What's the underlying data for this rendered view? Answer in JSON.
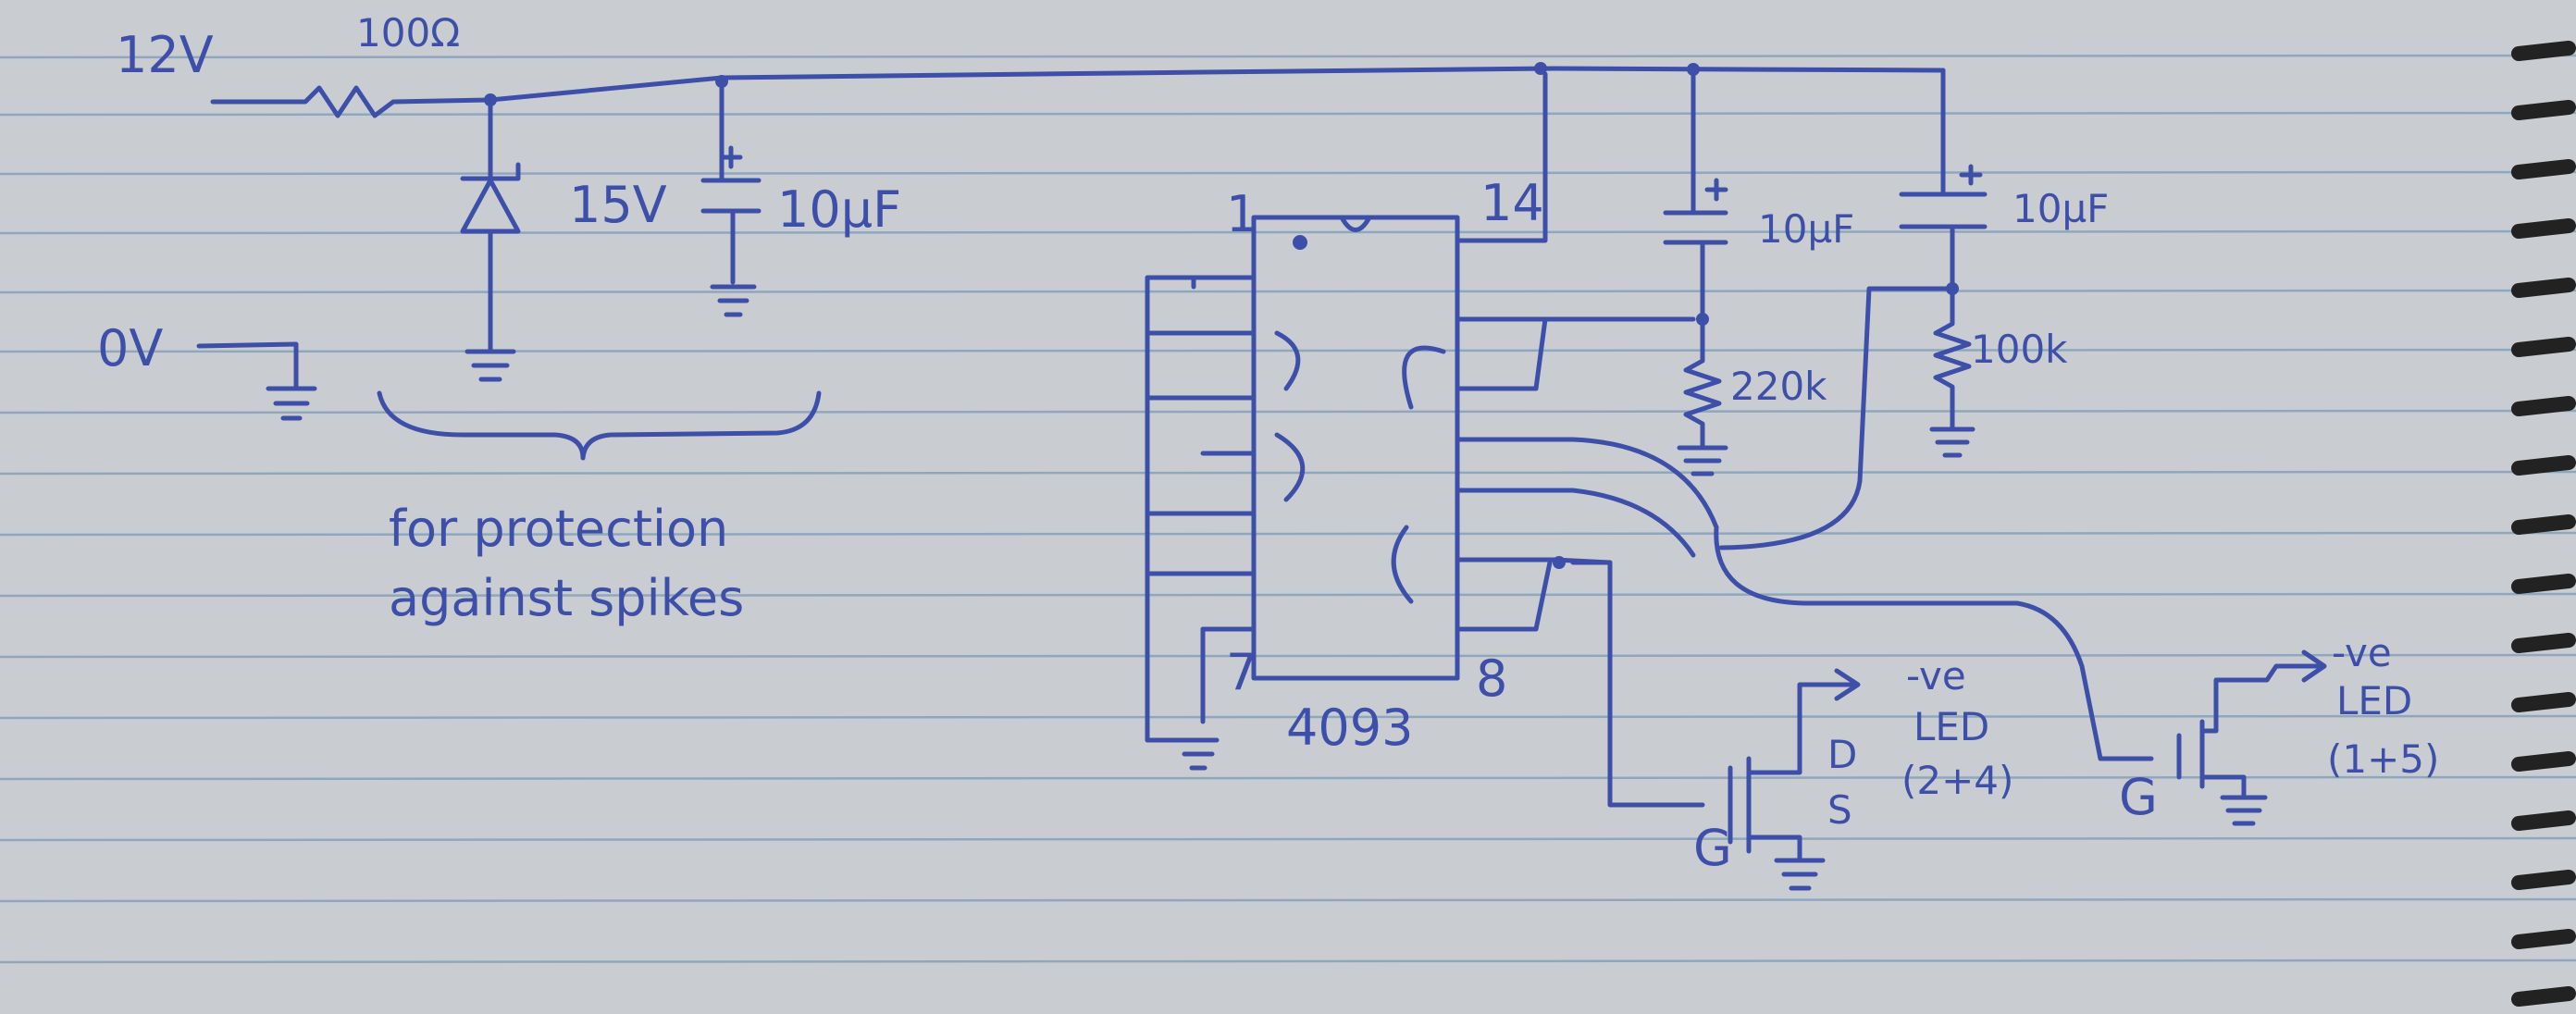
{
  "power": {
    "supply_label": "12V",
    "ground_label": "0V",
    "series_resistor": "100Ω",
    "zener_label": "15V",
    "cap1_label": "10µF",
    "note_line1": "for protection",
    "note_line2": "against spikes"
  },
  "ic": {
    "part_label": "4093",
    "pin1": "1",
    "pin7": "7",
    "pin8": "8",
    "pin14": "14"
  },
  "timers": {
    "cap2_label": "10µF",
    "cap3_label": "10µF",
    "res1_label": "220k",
    "res2_label": "100k"
  },
  "outputs": {
    "fet1_gate": "G",
    "fet1_drain": "D",
    "fet1_source": "S",
    "led1_line1": "-ve",
    "led1_line2": "LED",
    "led1_line3": "(2+4)",
    "fet2_gate": "G",
    "led2_line1": "-ve",
    "led2_line2": "LED",
    "led2_line3": "(1+5)"
  },
  "colors": {
    "ink": "#3d4fa8",
    "paper": "#c9cdd1",
    "rule": "#8fa7bd"
  }
}
